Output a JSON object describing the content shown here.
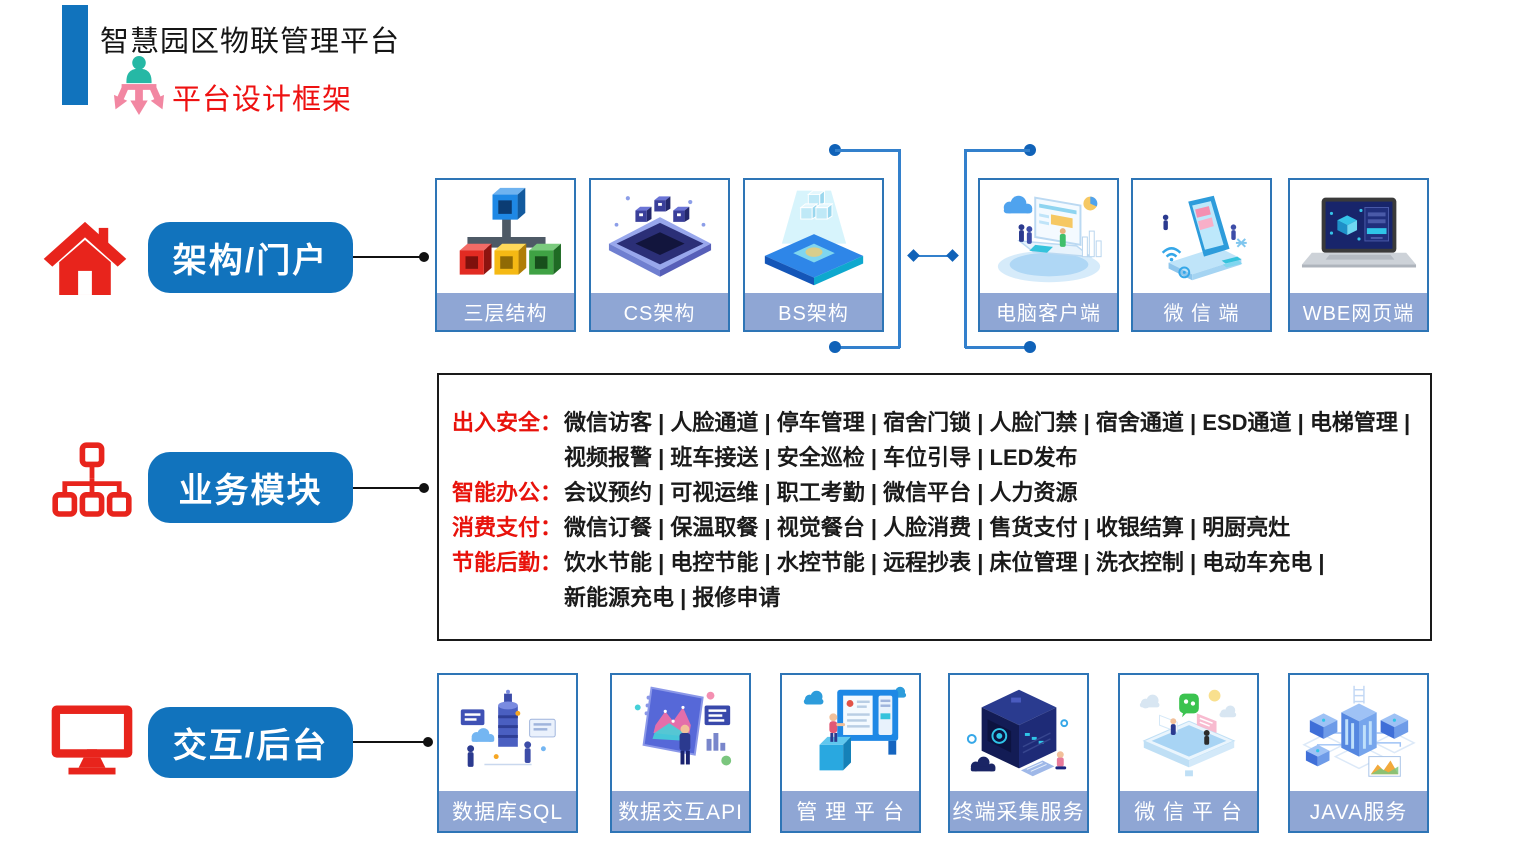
{
  "header": {
    "title": "智慧园区物联管理平台",
    "subtitle": "平台设计框架"
  },
  "colors": {
    "primary_blue": "#1173BD",
    "accent_red": "#EE1111",
    "card_border_blue": "#2E75B6",
    "card_label_strip_blue": "#8FA6D4",
    "connector_blue": "#3380CC",
    "connector_dot_blue": "#1062B8",
    "text_black": "#1a1a1a"
  },
  "sections": {
    "architecture": {
      "button_label": "架构/门户",
      "icon": "home-icon",
      "cards": [
        {
          "label": "三层结构",
          "icon": "three-tier-structure-illustration"
        },
        {
          "label": "CS架构",
          "icon": "cs-architecture-illustration"
        },
        {
          "label": "BS架构",
          "icon": "bs-architecture-illustration"
        },
        {
          "label": "电脑客户端",
          "icon": "pc-client-illustration"
        },
        {
          "label": "微 信 端",
          "icon": "wechat-client-illustration"
        },
        {
          "label": "WBE网页端",
          "icon": "web-client-illustration"
        }
      ]
    },
    "business": {
      "button_label": "业务模块",
      "icon": "sitemap-icon",
      "lines": [
        {
          "category": "出入安全：",
          "text": "微信访客 | 人脸通道 | 停车管理 | 宿舍门锁 | 人脸门禁 | 宿舍通道 | ESD通道 | 电梯管理 |"
        },
        {
          "category": "",
          "text": "视频报警 | 班车接送 | 安全巡检 | 车位引导 | LED发布"
        },
        {
          "category": "智能办公：",
          "text": "会议预约 | 可视运维 | 职工考勤 | 微信平台 | 人力资源"
        },
        {
          "category": "消费支付：",
          "text": "微信订餐 | 保温取餐 | 视觉餐台 | 人脸消费 | 售货支付 | 收银结算 | 明厨亮灶"
        },
        {
          "category": "节能后勤：",
          "text": "饮水节能 | 电控节能 | 水控节能 | 远程抄表 | 床位管理 | 洗衣控制 | 电动车充电 |"
        },
        {
          "category": "",
          "text": "新能源充电 | 报修申请"
        }
      ]
    },
    "backend": {
      "button_label": "交互/后台",
      "icon": "monitor-icon",
      "cards": [
        {
          "label": "数据库SQL",
          "icon": "database-sql-illustration"
        },
        {
          "label": "数据交互API",
          "icon": "data-api-illustration"
        },
        {
          "label": "管 理 平 台",
          "icon": "management-platform-illustration"
        },
        {
          "label": "终端采集服务",
          "icon": "terminal-collection-illustration"
        },
        {
          "label": "微 信 平 台",
          "icon": "wechat-platform-illustration"
        },
        {
          "label": "JAVA服务",
          "icon": "java-service-illustration"
        }
      ]
    }
  }
}
